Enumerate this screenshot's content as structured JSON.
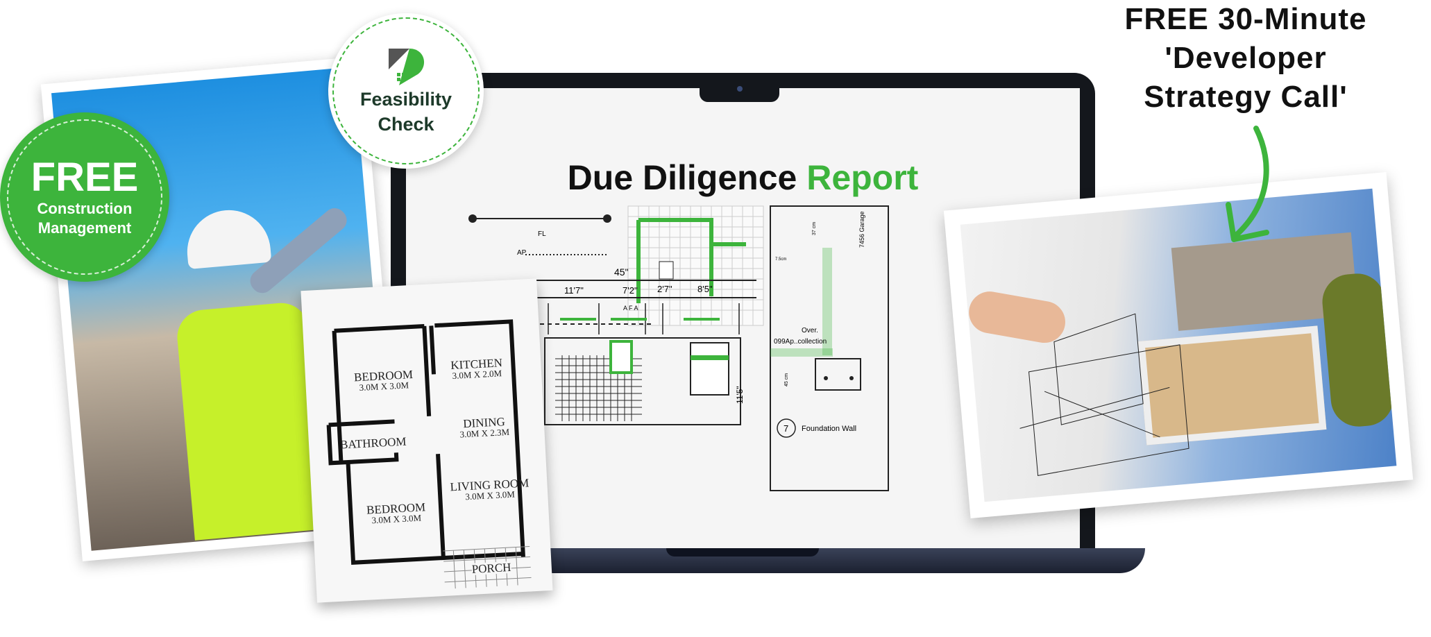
{
  "badges": {
    "free": {
      "big": "FREE",
      "line1": "Construction",
      "line2": "Management"
    },
    "feasibility": {
      "line1": "Feasibility",
      "line2": "Check"
    }
  },
  "report": {
    "title_main": "Due Diligence",
    "title_accent": "Report",
    "dimensions": {
      "total": "45\"",
      "d1": "11'7\"",
      "d2": "7'2\"",
      "d3": "2'7\"",
      "d4": "8'5\"",
      "height": "11'5\""
    },
    "markers": {
      "fl": "FL",
      "ap": "AP",
      "afa": "A  F  A"
    },
    "site": {
      "garage": "7456 Garage",
      "cm37": "37 cm",
      "cm75": "7.5cm",
      "cm45": "45 cm",
      "over": "Over.",
      "collection": "099Ap..collection",
      "num": "7",
      "wall": "Foundation Wall"
    }
  },
  "floor_plan": {
    "rooms": [
      {
        "name": "BEDROOM",
        "size": "3.0M X 3.0M"
      },
      {
        "name": "KITCHEN",
        "size": "3.0M X 2.0M"
      },
      {
        "name": "DINING",
        "size": "3.0M X 2.3M"
      },
      {
        "name": "BATHROOM",
        "size": ""
      },
      {
        "name": "LIVING ROOM",
        "size": "3.0M X 3.0M"
      },
      {
        "name": "BEDROOM",
        "size": "3.0M X 3.0M"
      },
      {
        "name": "PORCH",
        "size": ""
      }
    ]
  },
  "cta": {
    "line1": "FREE 30-Minute",
    "line2": "'Developer",
    "line3": "Strategy Call'"
  },
  "colors": {
    "accent": "#3db43c",
    "dark": "#14171c"
  }
}
